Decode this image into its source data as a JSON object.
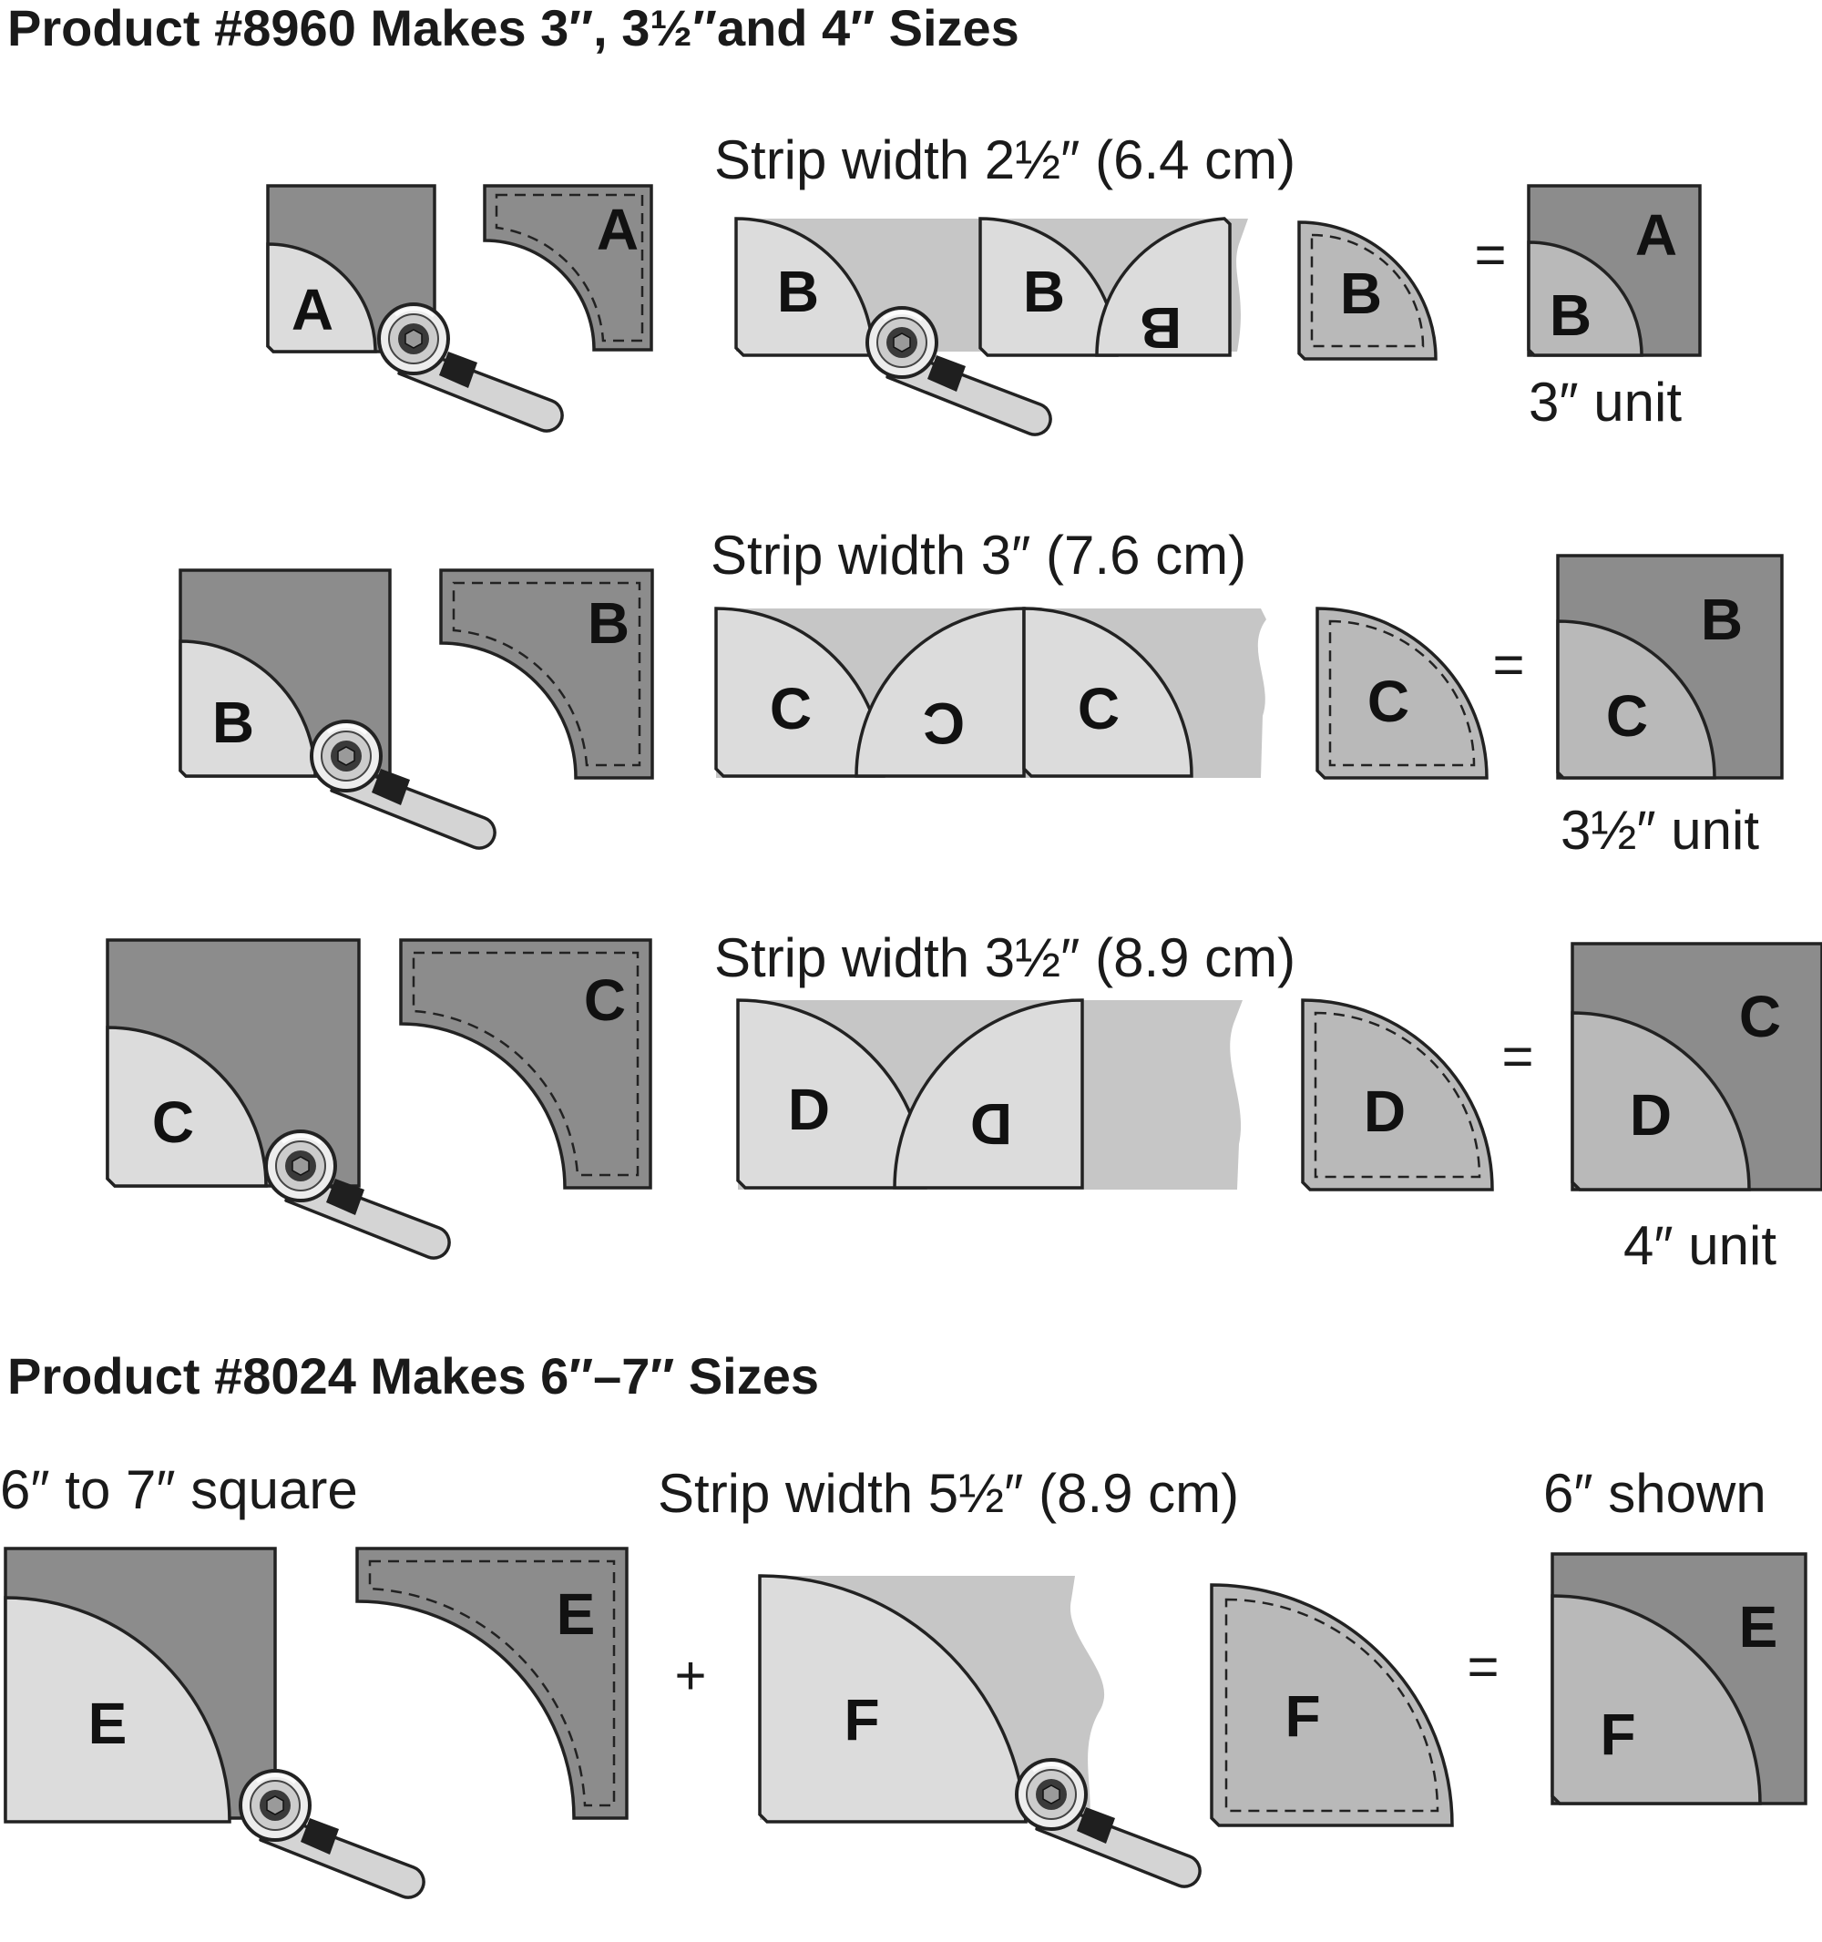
{
  "palette": {
    "dark_fabric": "#8c8c8c",
    "mid_fabric": "#b9b9b9",
    "light_fabric": "#dcdcdc",
    "strip": "#c6c6c6",
    "outline": "#222222",
    "text": "#1a1a1a"
  },
  "sections": [
    {
      "heading": "Product #8960 Makes 3″, 3½″and 4″ Sizes",
      "rows": [
        {
          "corner_piece_label": "A",
          "cutout_label": "A",
          "strip_caption": "Strip width 2½″ (6.4 cm)",
          "strip_labels": [
            "B",
            "B",
            "B"
          ],
          "quarter_label": "B",
          "equals": "=",
          "result_outer_label": "A",
          "result_inner_label": "B",
          "result_caption": "3″ unit"
        },
        {
          "corner_piece_label": "B",
          "cutout_label": "B",
          "strip_caption": "Strip width 3″ (7.6 cm)",
          "strip_labels": [
            "C",
            "C",
            "C"
          ],
          "quarter_label": "C",
          "equals": "=",
          "result_outer_label": "B",
          "result_inner_label": "C",
          "result_caption": "3½″ unit"
        },
        {
          "corner_piece_label": "C",
          "cutout_label": "C",
          "strip_caption": "Strip width 3½″ (8.9 cm)",
          "strip_labels": [
            "D",
            "D"
          ],
          "quarter_label": "D",
          "equals": "=",
          "result_outer_label": "C",
          "result_inner_label": "D",
          "result_caption": "4″ unit"
        }
      ]
    },
    {
      "heading": "Product #8024 Makes 6″–7″ Sizes",
      "rows": [
        {
          "square_caption": "6″ to 7″ square",
          "corner_piece_label": "E",
          "cutout_label": "E",
          "plus": "+",
          "strip_caption": "Strip width 5½″ (8.9 cm)",
          "strip_labels": [
            "F"
          ],
          "quarter_label": "F",
          "equals": "=",
          "result_caption": "6″ shown",
          "result_outer_label": "E",
          "result_inner_label": "F"
        }
      ]
    }
  ],
  "icons": [
    "rotary-cutter-icon"
  ]
}
